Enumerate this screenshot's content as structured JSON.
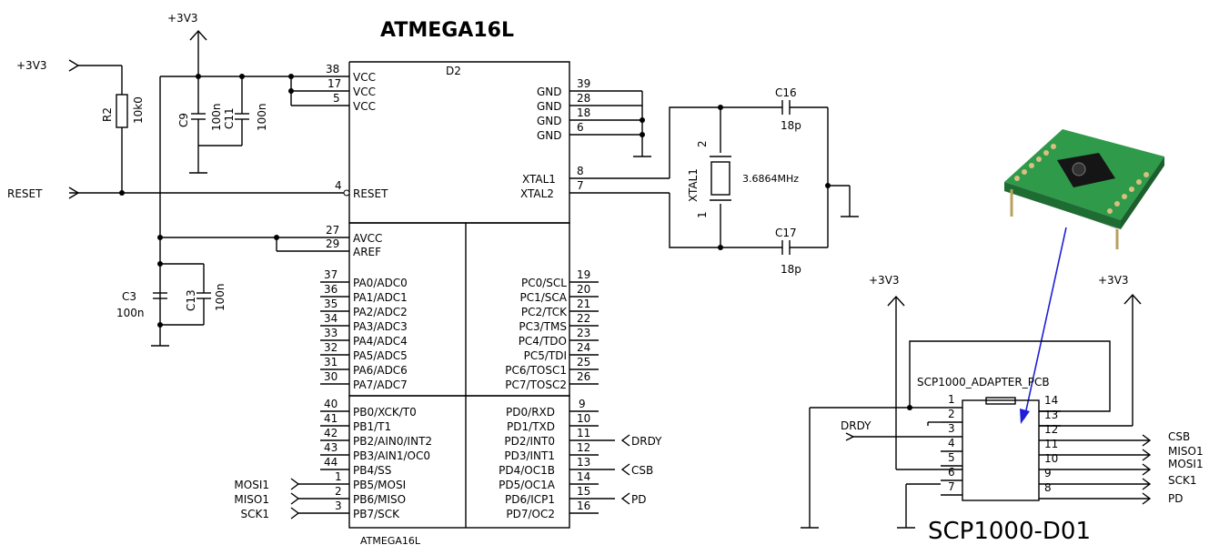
{
  "supply": {
    "v33": "+3V3"
  },
  "top_title": "ATMEGA16L",
  "bottom_title": "ATMEGA16L",
  "d2": "D2",
  "nets": {
    "reset": "RESET",
    "drdy": "DRDY",
    "csb": "CSB",
    "pd": "PD",
    "mosi": "MOSI1",
    "miso": "MISO1",
    "sck": "SCK1"
  },
  "components": {
    "r2_ref": "R2",
    "r2_val": "10k0",
    "c9_ref": "C9",
    "c9_val": "100n",
    "c11_ref": "C11",
    "c11_val": "100n",
    "c3_ref": "C3",
    "c3_val": "100n",
    "c13_ref": "C13",
    "c13_val": "100n",
    "c16_ref": "C16",
    "c16_val": "18p",
    "c17_ref": "C17",
    "c17_val": "18p",
    "xtal_ref": "XTAL1",
    "xtal_freq": "3.6864MHz",
    "xtal_p1": "1",
    "xtal_p2": "2"
  },
  "mcu_pins": {
    "power": [
      {
        "num": "38",
        "name": "VCC"
      },
      {
        "num": "17",
        "name": "VCC"
      },
      {
        "num": "5",
        "name": "VCC"
      },
      {
        "num": "4",
        "name": "RESET"
      },
      {
        "num": "27",
        "name": "AVCC"
      },
      {
        "num": "29",
        "name": "AREF"
      }
    ],
    "gnd": [
      {
        "num": "39",
        "name": "GND"
      },
      {
        "num": "28",
        "name": "GND"
      },
      {
        "num": "18",
        "name": "GND"
      },
      {
        "num": "6",
        "name": "GND"
      }
    ],
    "xtal": [
      {
        "num": "8",
        "name": "XTAL1"
      },
      {
        "num": "7",
        "name": "XTAL2"
      }
    ],
    "porta": [
      {
        "num": "37",
        "name": "PA0/ADC0"
      },
      {
        "num": "36",
        "name": "PA1/ADC1"
      },
      {
        "num": "35",
        "name": "PA2/ADC2"
      },
      {
        "num": "34",
        "name": "PA3/ADC3"
      },
      {
        "num": "33",
        "name": "PA4/ADC4"
      },
      {
        "num": "32",
        "name": "PA5/ADC5"
      },
      {
        "num": "31",
        "name": "PA6/ADC6"
      },
      {
        "num": "30",
        "name": "PA7/ADC7"
      }
    ],
    "portb": [
      {
        "num": "40",
        "name": "PB0/XCK/T0"
      },
      {
        "num": "41",
        "name": "PB1/T1"
      },
      {
        "num": "42",
        "name": "PB2/AIN0/INT2"
      },
      {
        "num": "43",
        "name": "PB3/AIN1/OC0"
      },
      {
        "num": "44",
        "name": "PB4/SS"
      },
      {
        "num": "1",
        "name": "PB5/MOSI"
      },
      {
        "num": "2",
        "name": "PB6/MISO"
      },
      {
        "num": "3",
        "name": "PB7/SCK"
      }
    ],
    "portc": [
      {
        "num": "19",
        "name": "PC0/SCL"
      },
      {
        "num": "20",
        "name": "PC1/SCA"
      },
      {
        "num": "21",
        "name": "PC2/TCK"
      },
      {
        "num": "22",
        "name": "PC3/TMS"
      },
      {
        "num": "23",
        "name": "PC4/TDO"
      },
      {
        "num": "24",
        "name": "PC5/TDI"
      },
      {
        "num": "25",
        "name": "PC6/TOSC1"
      },
      {
        "num": "26",
        "name": "PC7/TOSC2"
      }
    ],
    "portd": [
      {
        "num": "9",
        "name": "PD0/RXD"
      },
      {
        "num": "10",
        "name": "PD1/TXD"
      },
      {
        "num": "11",
        "name": "PD2/INT0"
      },
      {
        "num": "12",
        "name": "PD3/INT1"
      },
      {
        "num": "13",
        "name": "PD4/OC1B"
      },
      {
        "num": "14",
        "name": "PD5/OC1A"
      },
      {
        "num": "15",
        "name": "PD6/ICP1"
      },
      {
        "num": "16",
        "name": "PD7/OC2"
      }
    ]
  },
  "adapter": {
    "pcb_label": "SCP1000_ADAPTER_PCB",
    "title": "SCP1000-D01",
    "left_pins": [
      "1",
      "2",
      "3",
      "4",
      "5",
      "6",
      "7"
    ],
    "right_pins": [
      "14",
      "13",
      "12",
      "11",
      "10",
      "9",
      "8"
    ],
    "right_nets": [
      "CSB",
      "MISO1",
      "MOSI1",
      "SCK1",
      "PD"
    ]
  },
  "colors": {
    "pcb_green": "#2f9a4a",
    "arrow_blue": "#1f1fd8"
  }
}
